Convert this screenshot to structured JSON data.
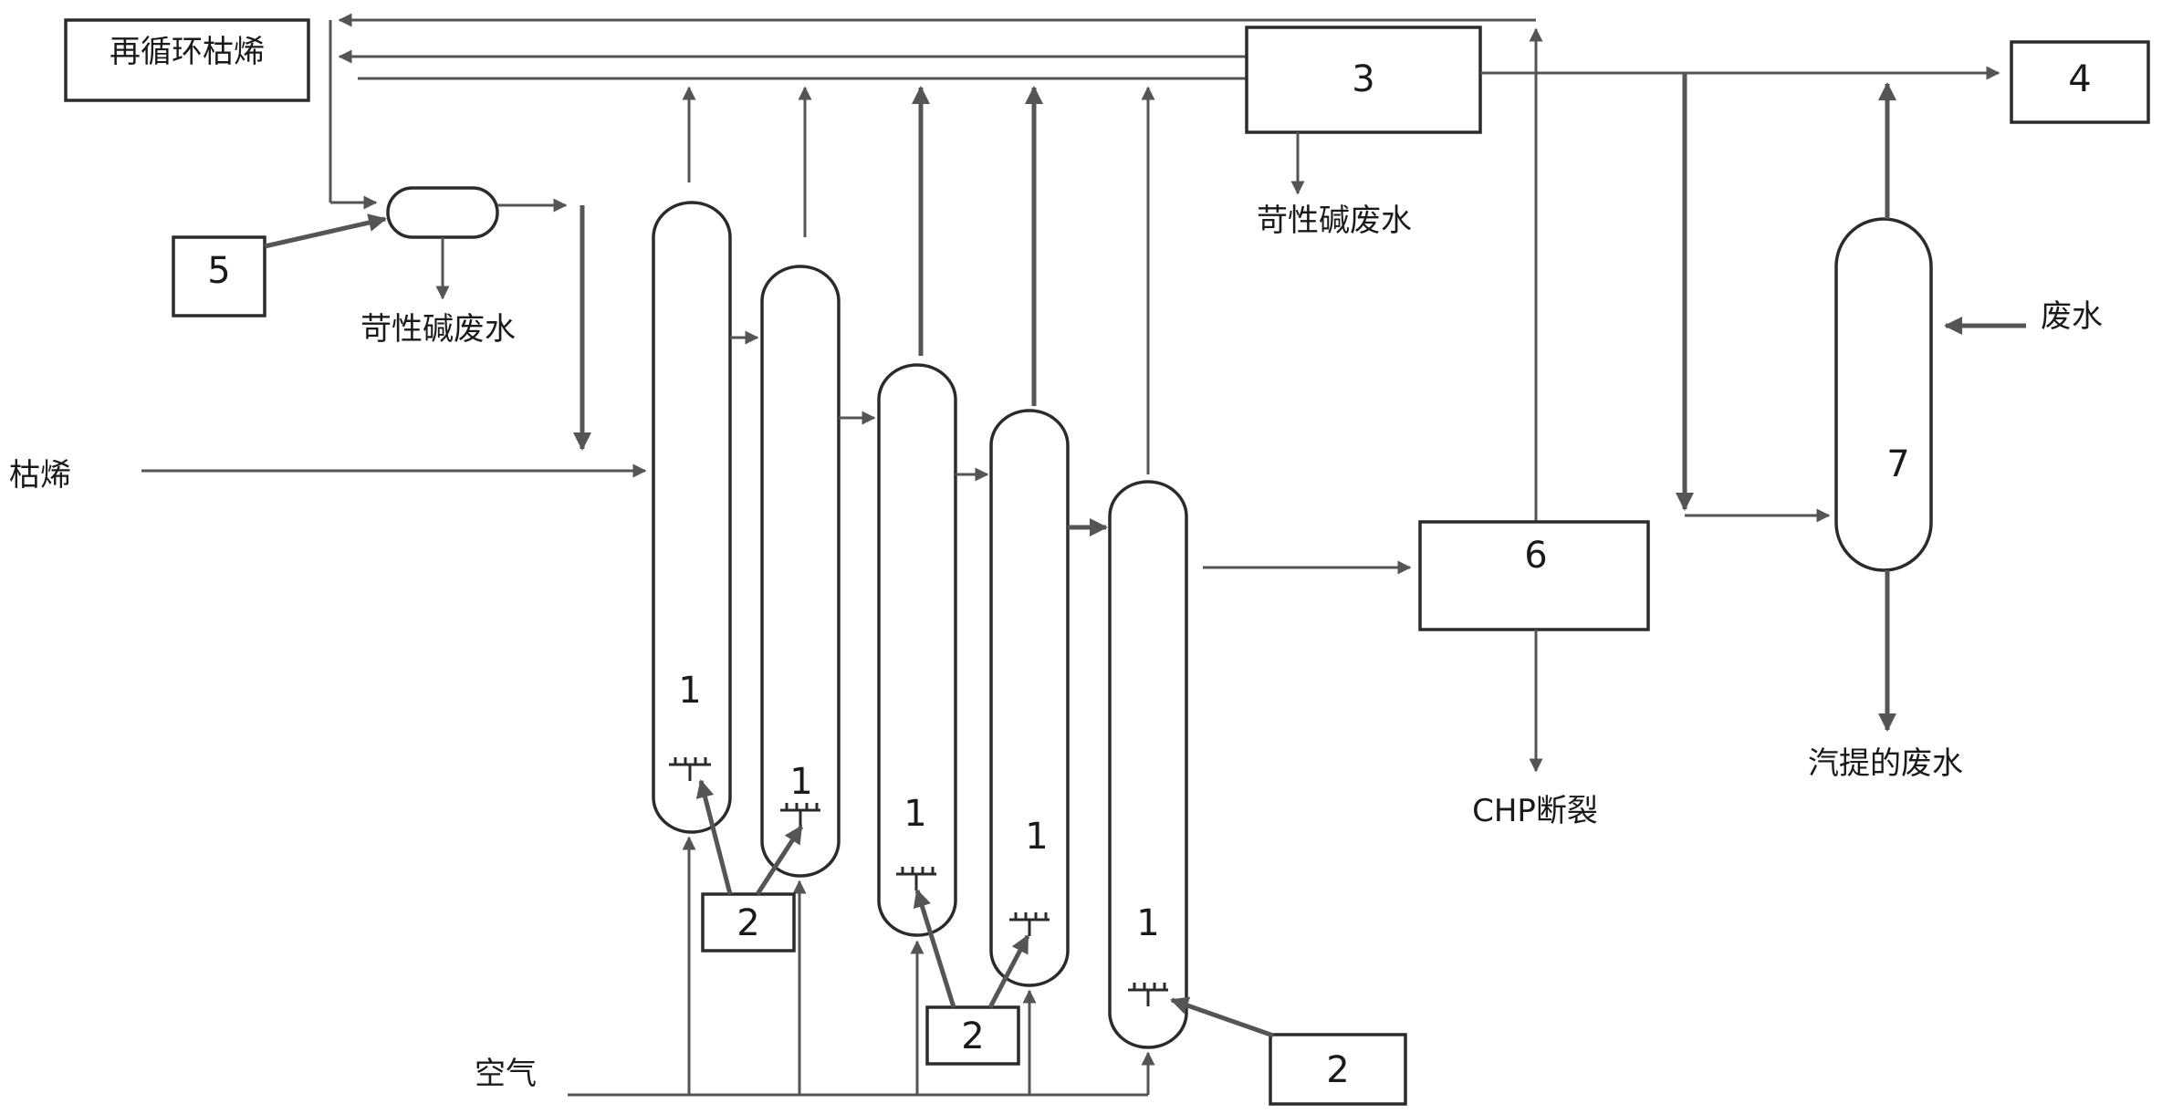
{
  "boxes": {
    "recycle_cumene": "再循环枯烯",
    "unit_3": "3",
    "unit_4": "4",
    "unit_5": "5",
    "unit_6": "6",
    "sparger_2a": "2",
    "sparger_2b": "2",
    "sparger_2c": "2"
  },
  "reactor_labels": [
    "1",
    "1",
    "1",
    "1",
    "1"
  ],
  "stripper_label": "7",
  "stream_labels": {
    "caustic_wastewater_left": "苛性碱废水",
    "caustic_wastewater_top": "苛性碱废水",
    "cumene_feed": "枯烯",
    "air": "空气",
    "wastewater": "废水",
    "stripped_wastewater": "汽提的废水",
    "chp_cleavage": "CHP断裂"
  }
}
